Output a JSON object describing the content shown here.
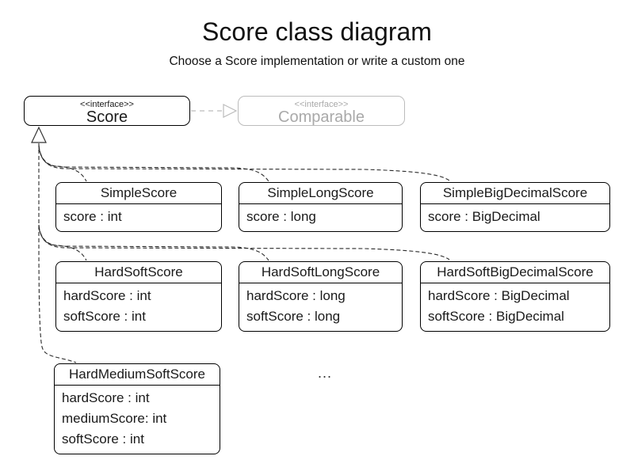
{
  "page": {
    "title": "Score class diagram",
    "subtitle": "Choose a Score implementation or write a custom one"
  },
  "interfaces": {
    "score": {
      "stereotype": "<<interface>>",
      "name": "Score"
    },
    "comparable": {
      "stereotype": "<<interface>>",
      "name": "Comparable"
    }
  },
  "classes": [
    {
      "name": "SimpleScore",
      "attributes": [
        "score : int"
      ]
    },
    {
      "name": "SimpleLongScore",
      "attributes": [
        "score : long"
      ]
    },
    {
      "name": "SimpleBigDecimalScore",
      "attributes": [
        "score : BigDecimal"
      ]
    },
    {
      "name": "HardSoftScore",
      "attributes": [
        "hardScore : int",
        "softScore : int"
      ]
    },
    {
      "name": "HardSoftLongScore",
      "attributes": [
        "hardScore : long",
        "softScore : long"
      ]
    },
    {
      "name": "HardSoftBigDecimalScore",
      "attributes": [
        "hardScore : BigDecimal",
        "softScore : BigDecimal"
      ]
    },
    {
      "name": "HardMediumSoftScore",
      "attributes": [
        "hardScore : int",
        "mediumScore: int",
        "softScore : int"
      ]
    }
  ],
  "ellipsis": "...",
  "colors": {
    "ink": "#1a1a1a",
    "muted_border": "#bcbcbc",
    "muted_text": "#a9a9a9",
    "connector": "#2a2a2a"
  },
  "relationships": {
    "score_extends_comparable": "realization",
    "classes_implement_score": "realization"
  }
}
